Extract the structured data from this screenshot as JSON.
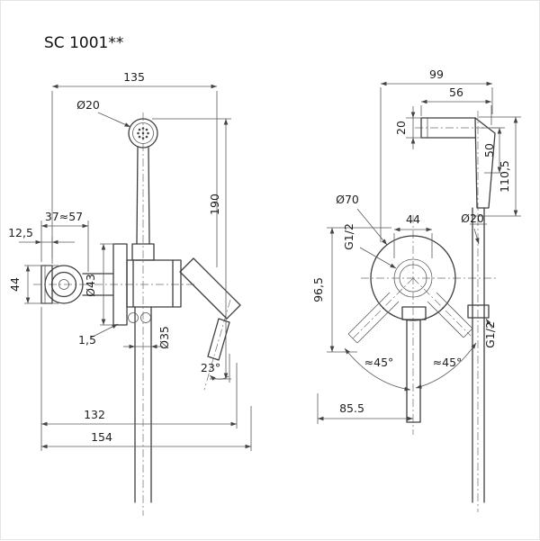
{
  "title": "SC 1001**",
  "front_view": {
    "dim_width_top": "135",
    "dim_head_diameter": "Ø20",
    "dim_height": "190",
    "dim_depth_range": "37≈57",
    "dim_flange_depth": "12,5",
    "dim_handle_diameter": "44",
    "dim_plate_diameter": "Ø43",
    "dim_plate_gap": "1,5",
    "dim_pipe_diameter": "Ø35",
    "dim_spout_angle": "23°",
    "dim_width_inner": "132",
    "dim_width_overall": "154"
  },
  "side_view": {
    "dim_width_top": "99",
    "dim_head_length": "56",
    "dim_head_height": "20",
    "dim_grip_height": "50",
    "dim_shower_height": "110,5",
    "dim_flange_diameter": "Ø70",
    "dim_inner_width": "44",
    "dim_hose_diameter": "Ø20",
    "dim_thread_left": "G1/2",
    "dim_height_left": "96,5",
    "dim_thread_right": "G1/2",
    "dim_swivel_left": "≈45°",
    "dim_swivel_right": "≈45°",
    "dim_bottom_width": "85.5"
  }
}
